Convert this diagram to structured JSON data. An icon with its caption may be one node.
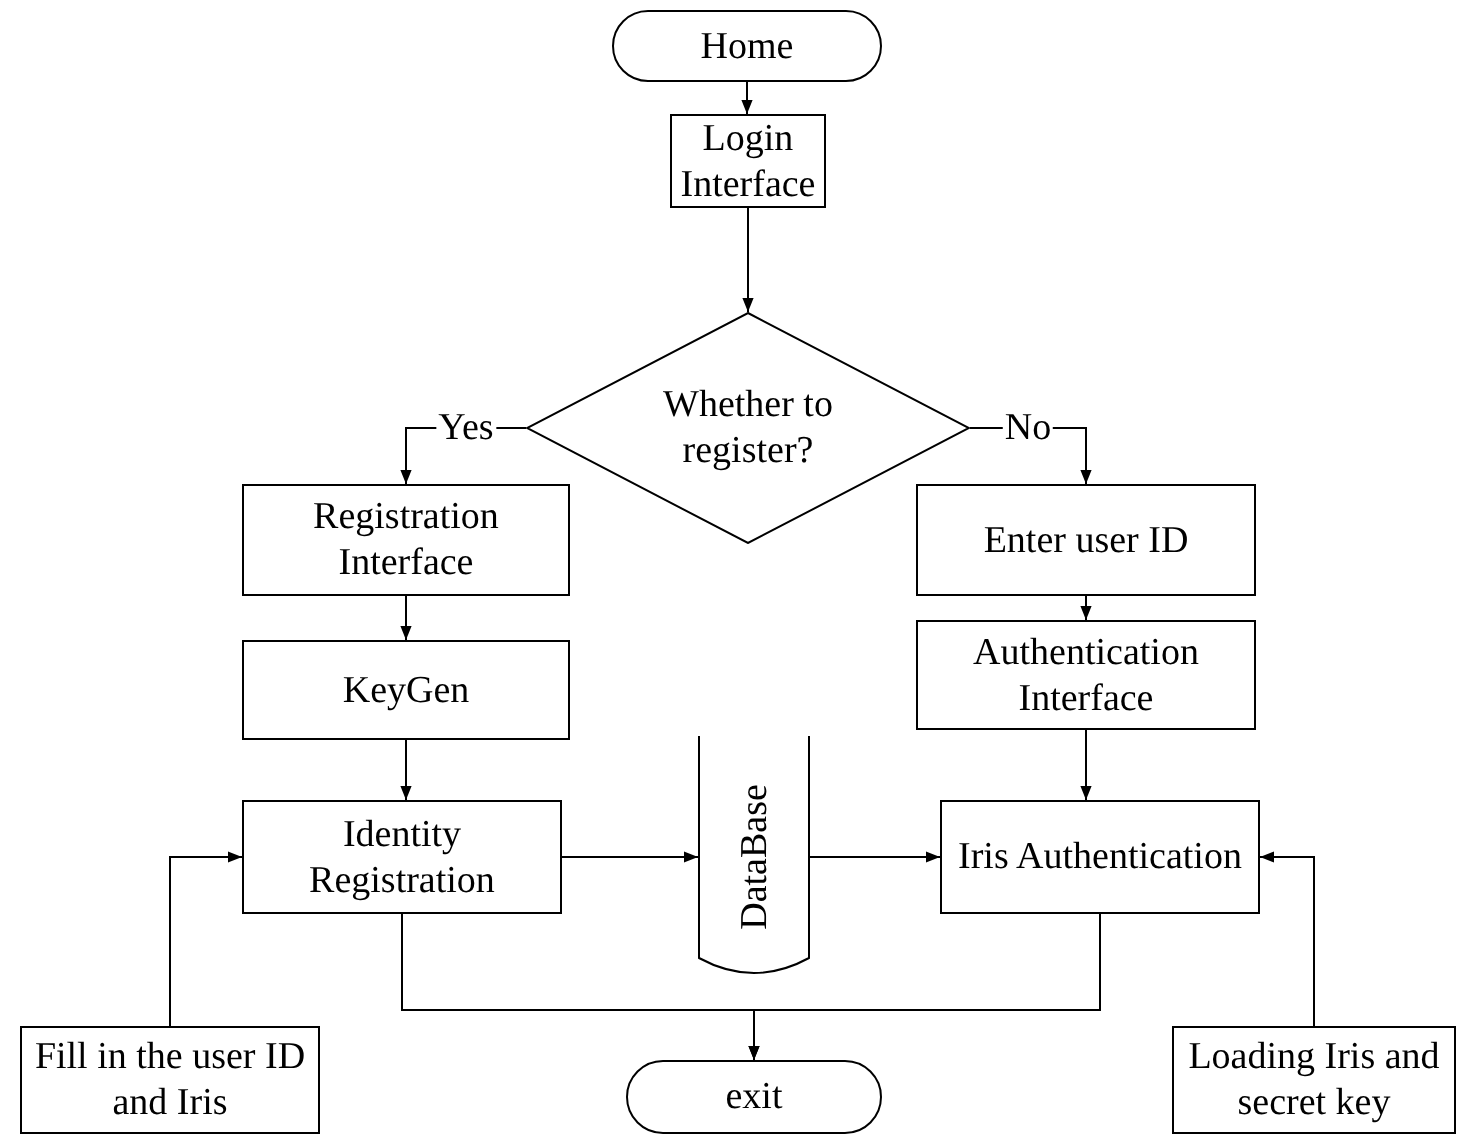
{
  "diagram": {
    "nodes": [
      {
        "text": [
          "Home"
        ]
      },
      {
        "text": [
          "Login Interface"
        ]
      },
      {
        "text": [
          "Whether to register?"
        ]
      },
      {
        "text": [
          "Registration Interface"
        ]
      },
      {
        "text": [
          "Enter user ID"
        ]
      },
      {
        "text": [
          "KeyGen"
        ]
      },
      {
        "text": [
          "Authentication Interface"
        ]
      },
      {
        "text": [
          "Identity Registration"
        ]
      },
      {
        "text": [
          "DataBase"
        ]
      },
      {
        "text": [
          "Iris Authentication"
        ]
      },
      {
        "text": [
          "Fill in the user ID and Iris"
        ]
      },
      {
        "text": [
          "exit"
        ]
      },
      {
        "text": [
          "Loading Iris and secret key"
        ]
      }
    ],
    "edges": [
      {
        "from": 0,
        "to": 1,
        "arrow": "to"
      },
      {
        "from": 1,
        "to": 2,
        "arrow": "to"
      },
      {
        "from": 2,
        "to": 3,
        "arrow": "to",
        "label": "Yes"
      },
      {
        "from": 2,
        "to": 4,
        "arrow": "to",
        "label": "No"
      },
      {
        "from": 3,
        "to": 5,
        "arrow": "to"
      },
      {
        "from": 5,
        "to": 7,
        "arrow": "to"
      },
      {
        "from": 4,
        "to": 6,
        "arrow": "to"
      },
      {
        "from": 6,
        "to": 9,
        "arrow": "to"
      },
      {
        "from": 7,
        "to": 8,
        "arrow": "to"
      },
      {
        "from": 8,
        "to": 9,
        "arrow": "to"
      },
      {
        "from": 7,
        "to": 11,
        "arrow": "to"
      },
      {
        "from": 9,
        "to": 11,
        "arrow": "to"
      },
      {
        "from": 10,
        "to": 7,
        "arrow": "to"
      },
      {
        "from": 12,
        "to": 9,
        "arrow": "to"
      }
    ]
  }
}
